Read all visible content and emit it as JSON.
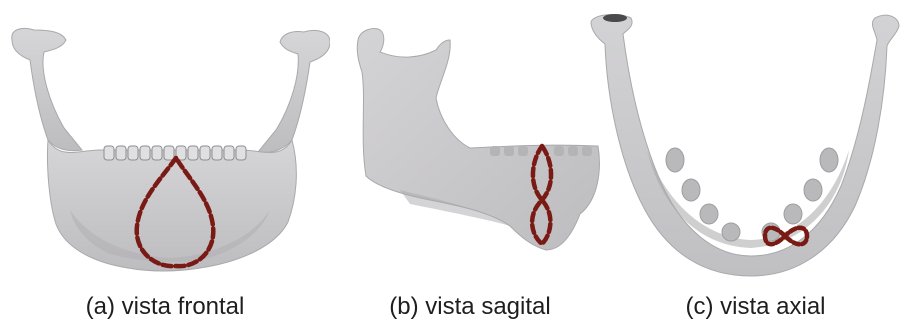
{
  "panels": [
    {
      "caption": "(a) vista frontal"
    },
    {
      "caption": "(b) vista sagital"
    },
    {
      "caption": "(c) vista axial"
    }
  ],
  "colors": {
    "bone": "#c9c8cb",
    "bone_shadow": "#a9a8ab",
    "bone_highlight": "#dddcdf",
    "marker": "#7a1a14",
    "text": "#1e1e1e"
  }
}
